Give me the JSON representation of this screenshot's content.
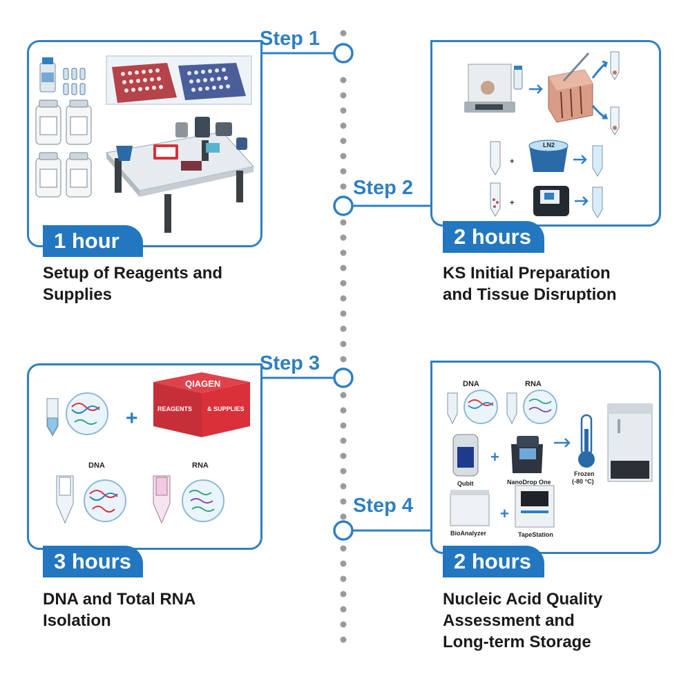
{
  "steps": [
    {
      "label": "Step 1",
      "duration": "1 hour",
      "caption_line1": "Setup of Reagents and",
      "caption_line2": "Supplies",
      "caption_line3": ""
    },
    {
      "label": "Step 2",
      "duration": "2 hours",
      "caption_line1": "KS Initial Preparation",
      "caption_line2": "and Tissue Disruption",
      "caption_line3": ""
    },
    {
      "label": "Step 3",
      "duration": "3 hours",
      "caption_line1": "DNA and Total RNA",
      "caption_line2": "Isolation",
      "caption_line3": ""
    },
    {
      "label": "Step 4",
      "duration": "2 hours",
      "caption_line1": "Nucleic Acid Quality",
      "caption_line2": "Assessment and",
      "caption_line3": "Long-term Storage"
    }
  ],
  "panel2": {
    "ln2_label": "LN2",
    "plus": "+",
    "arrow": "→"
  },
  "panel3": {
    "brand": "QIAGEN",
    "box_left": "REAGENTS",
    "box_right": "& SUPPLIES",
    "dna_label": "DNA",
    "rna_label": "RNA",
    "plus": "+"
  },
  "panel4": {
    "dna_label": "DNA",
    "rna_label": "RNA",
    "qubit": "Qubit",
    "nanodrop": "NanoDrop One",
    "bioanalyzer": "BioAnalyzer",
    "tapestation": "TapeStation",
    "frozen_line1": "Frozen",
    "frozen_line2": "(-80 °C)",
    "plus": "+"
  },
  "colors": {
    "accent": "#2f7fc1",
    "tab": "#2277c0",
    "timeline": "#999999",
    "qiagen_red": "#d9303a"
  }
}
